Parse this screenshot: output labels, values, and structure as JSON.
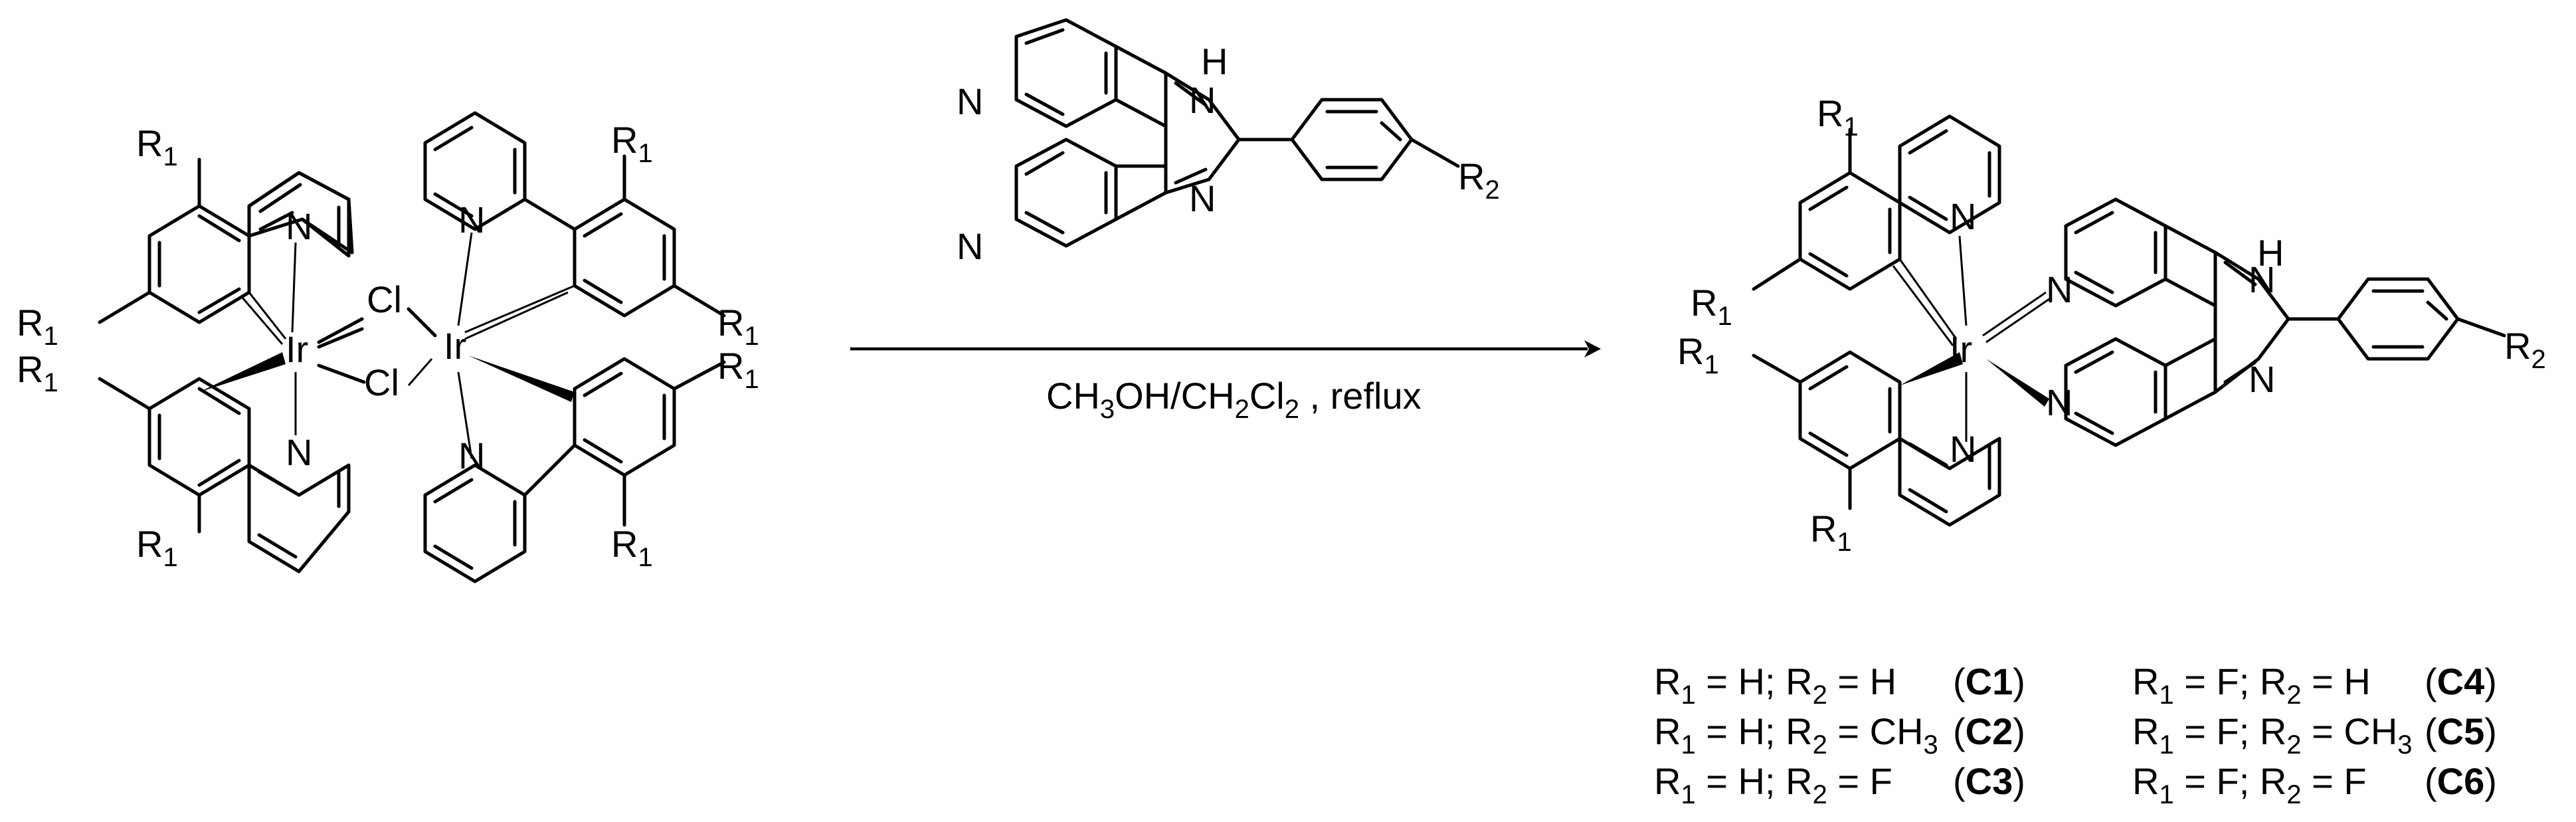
{
  "atoms": {
    "iridium": "Ir",
    "chlorine": "Cl",
    "nitrogen": "N",
    "hydrogen": "H",
    "r1_base": "R",
    "r1_sub": "1",
    "r2_base": "R",
    "r2_sub": "2"
  },
  "conditions": {
    "parts": [
      "CH",
      "3",
      "OH/CH",
      "2",
      "Cl",
      "2",
      " , reflux"
    ]
  },
  "compounds": [
    {
      "r1": "H",
      "r2": "H",
      "r2_sub": "",
      "id": "C1"
    },
    {
      "r1": "H",
      "r2": "CH",
      "r2_sub": "3",
      "id": "C2"
    },
    {
      "r1": "H",
      "r2": "F",
      "r2_sub": "",
      "id": "C3"
    },
    {
      "r1": "F",
      "r2": "H",
      "r2_sub": "",
      "id": "C4"
    },
    {
      "r1": "F",
      "r2": "CH",
      "r2_sub": "3",
      "id": "C5"
    },
    {
      "r1": "F",
      "r2": "F",
      "r2_sub": "",
      "id": "C6"
    }
  ]
}
